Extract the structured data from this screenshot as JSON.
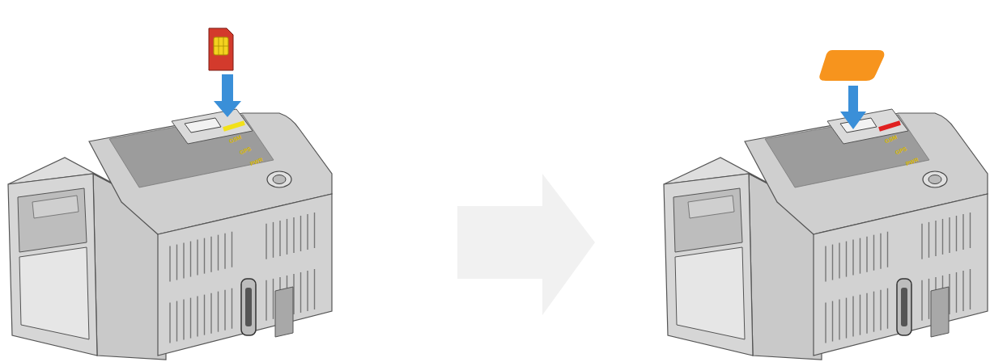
{
  "diagram": {
    "labels": [
      "GSM",
      "GPS",
      "PWR",
      "GSM",
      "GPS",
      "PWR"
    ]
  }
}
